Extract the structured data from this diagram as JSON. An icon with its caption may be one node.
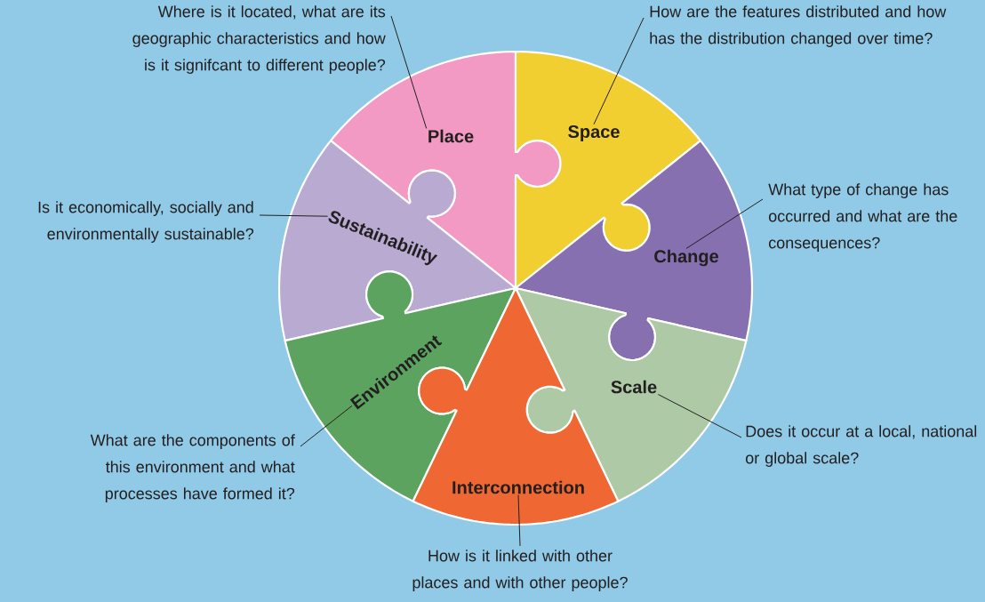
{
  "diagram": {
    "nodes": [
      {
        "text": [
          "Place"
        ]
      },
      {
        "text": [
          "Space"
        ]
      },
      {
        "text": [
          "Sustainability"
        ]
      },
      {
        "text": [
          "Change"
        ]
      },
      {
        "text": [
          "Environment"
        ]
      },
      {
        "text": [
          "Scale"
        ]
      },
      {
        "text": [
          "Interconnection"
        ]
      },
      {
        "text": [
          "Where is it located, what are its geographic characteristics and how is it signifcant to different people?"
        ]
      },
      {
        "text": [
          "How are the features distributed and how has the distribution changed over time?"
        ]
      },
      {
        "text": [
          "Is it economically, socially and environmentally sustainable?"
        ]
      },
      {
        "text": [
          "What type of change has occurred and what are the consequences?"
        ]
      },
      {
        "text": [
          "What are the components of this environment and what processes have formed it?"
        ]
      },
      {
        "text": [
          "Does it occur at a local, national or global scale?"
        ]
      },
      {
        "text": [
          "How is it linked with other places and with other people?"
        ]
      }
    ],
    "edges": [
      {
        "from": 7,
        "to": 0,
        "arrow": "none"
      },
      {
        "from": 8,
        "to": 1,
        "arrow": "none"
      },
      {
        "from": 9,
        "to": 2,
        "arrow": "none"
      },
      {
        "from": 10,
        "to": 3,
        "arrow": "none"
      },
      {
        "from": 11,
        "to": 4,
        "arrow": "none"
      },
      {
        "from": 12,
        "to": 5,
        "arrow": "none"
      },
      {
        "from": 13,
        "to": 6,
        "arrow": "none"
      }
    ]
  }
}
